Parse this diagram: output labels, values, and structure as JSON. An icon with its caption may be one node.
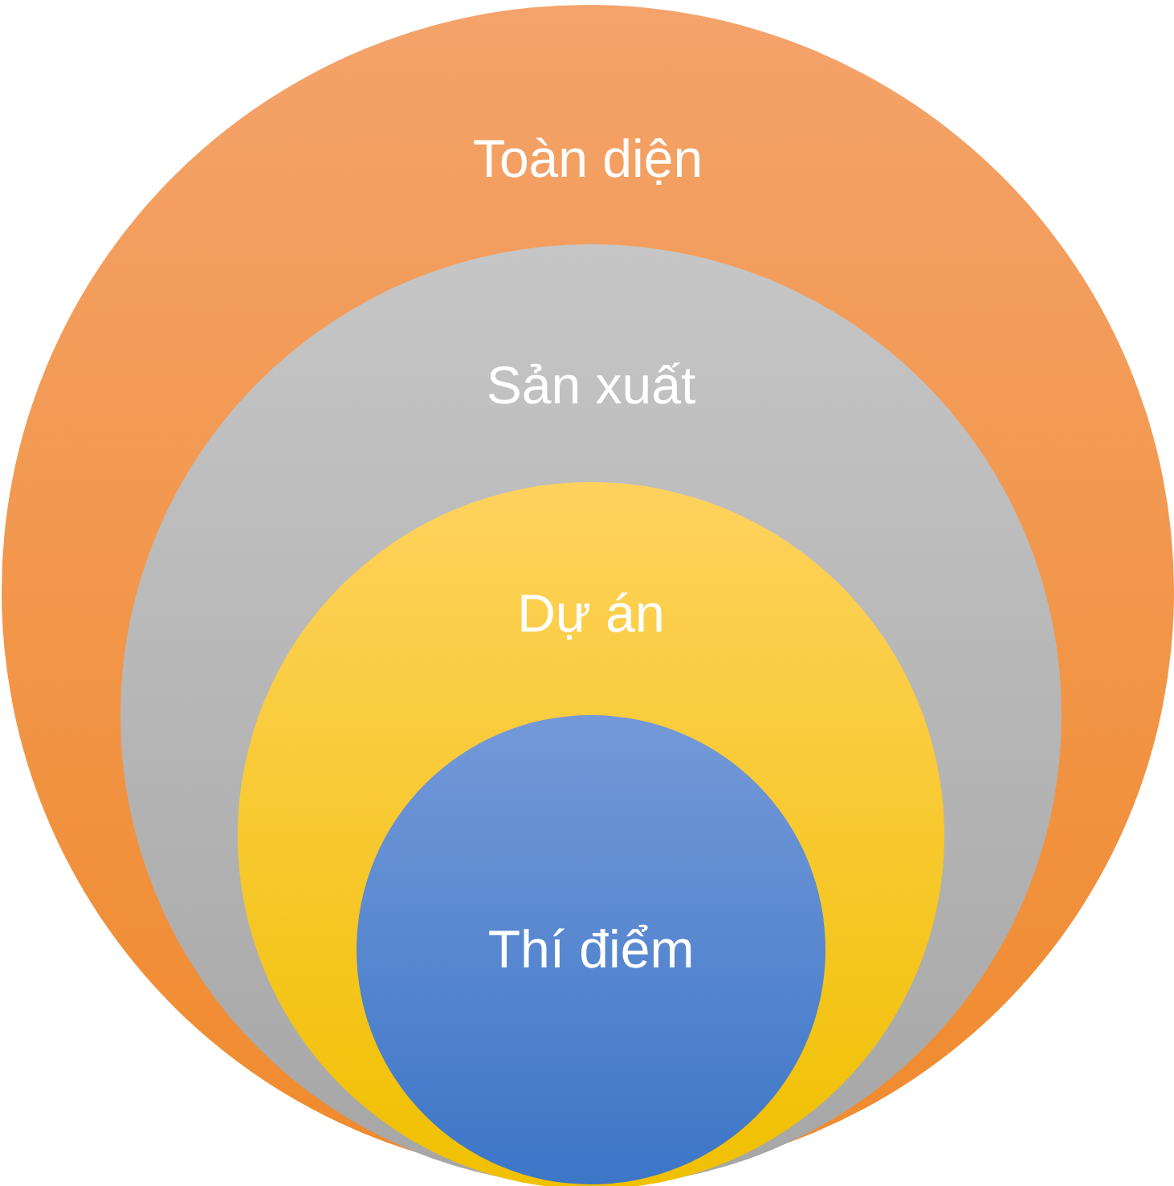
{
  "diagram": {
    "nodes": [
      {
        "text": [
          "Toàn diện"
        ]
      },
      {
        "text": [
          "Sản xuất"
        ],
        "in": 0
      },
      {
        "text": [
          "Dự án"
        ],
        "in": 1
      },
      {
        "text": [
          "Thí điểm"
        ],
        "in": 2
      }
    ]
  }
}
